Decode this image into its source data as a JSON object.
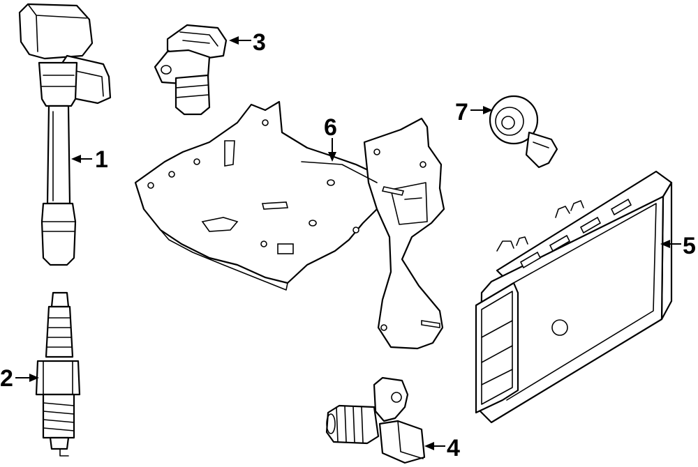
{
  "callouts": {
    "ignition_coil": "1",
    "spark_plug": "2",
    "camshaft_sensor": "3",
    "crankshaft_sensor": "4",
    "ecm": "5",
    "ecm_bracket": "6",
    "knock_sensor": "7"
  }
}
